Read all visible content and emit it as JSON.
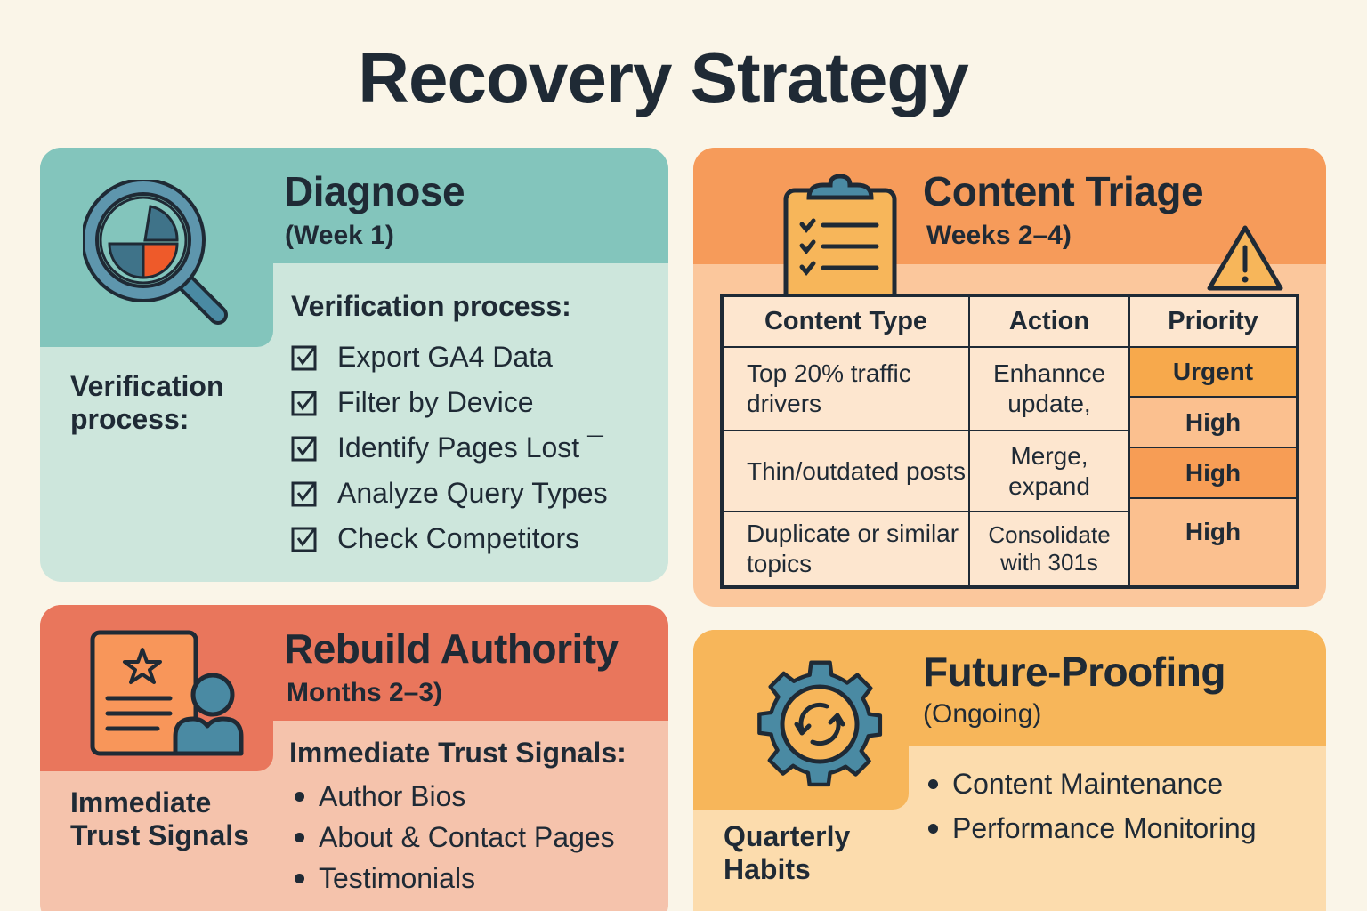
{
  "title": "Recovery Strategy",
  "colors": {
    "background": "#faf5e8",
    "text": "#1f2a35",
    "teal": "#83c5bc",
    "teal_light": "#cde6dc",
    "orange": "#f69b5a",
    "orange_light": "#fbc79c",
    "coral": "#e9765c",
    "coral_light": "#f5c3ac",
    "amber": "#f7b65a",
    "amber_light": "#fcdcad",
    "icon_blue": "#4a8aa3",
    "accent_red": "#ee5a2a"
  },
  "diagnose": {
    "icon": "magnifier-pie-chart-icon",
    "heading": "Diagnose",
    "subheading": "(Week 1)",
    "side_label": "Verification process:",
    "list_title": "Verification process:",
    "items": [
      {
        "label": "Export GA4 Data",
        "checked": true
      },
      {
        "label": "Filter by Device",
        "checked": true
      },
      {
        "label": "Identify Pages Lost ¯",
        "checked": true
      },
      {
        "label": "Analyze Query Types",
        "checked": true
      },
      {
        "label": "Check Competitors",
        "checked": true
      }
    ]
  },
  "triage": {
    "icon": "clipboard-checklist-icon",
    "warning_icon": "warning-triangle-icon",
    "heading": "Content Triage",
    "subheading": "Weeks 2–4)",
    "columns": [
      "Content Type",
      "Action",
      "Priority"
    ],
    "rows": [
      {
        "content_type": "Top 20% traffic drivers",
        "action": "Enhannce update,"
      },
      {
        "content_type": "Thin/outdated posts",
        "action": "Merge, expand"
      },
      {
        "content_type": "Duplicate or similar topics",
        "action": "Consolidate with 301s"
      }
    ],
    "priorities": [
      {
        "label": "Urgent",
        "color": "#f7a94c"
      },
      {
        "label": "High",
        "color": "#fbc08f"
      },
      {
        "label": "High",
        "color": "#f79d55"
      },
      {
        "label": "High",
        "color": "#fbc08f"
      }
    ]
  },
  "rebuild": {
    "icon": "profile-document-star-icon",
    "heading": "Rebuild Authority",
    "subheading": "Months 2–3)",
    "side_label": "Immediate Trust Signals",
    "list_title": "Immediate Trust Signals:",
    "items": [
      "Author Bios",
      "About & Contact Pages",
      "Testimonials"
    ]
  },
  "future": {
    "icon": "gear-refresh-icon",
    "heading": "Future-Proofing",
    "subheading": "(Ongoing)",
    "side_label": "Quarterly Habits",
    "items": [
      "Content Maintenance",
      "Performance Monitoring"
    ]
  }
}
